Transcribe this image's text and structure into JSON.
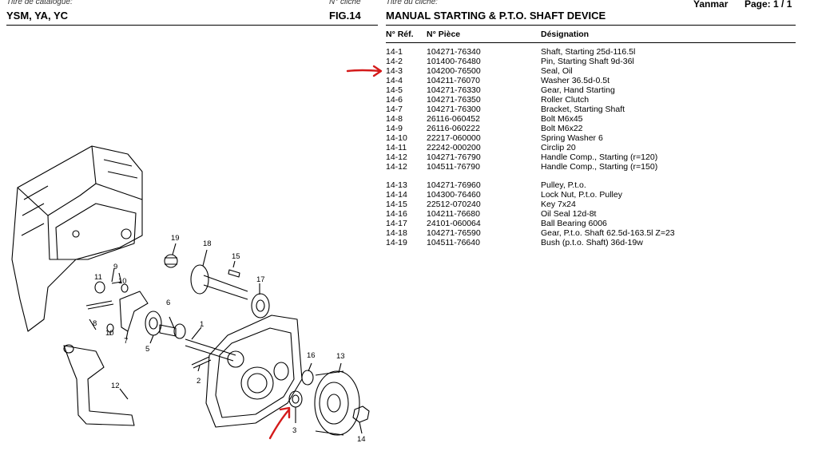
{
  "header": {
    "catalog_label": "Titre de catalogue:",
    "catalog_value": "YSM, YA, YC",
    "cliche_label_left": "N° cliché",
    "fig_value": "FIG.14",
    "cliche_label_right": "Titre du cliché:",
    "title": "MANUAL STARTING & P.T.O. SHAFT DEVICE",
    "brand": "Yanmar",
    "page": "Page: 1 / 1"
  },
  "table": {
    "col_ref": "N° Réf.",
    "col_piece": "N° Pièce",
    "col_designation": "Désignation",
    "group1": [
      {
        "ref": "14-1",
        "piece": "104271-76340",
        "designation": "Shaft, Starting 25d-116.5l"
      },
      {
        "ref": "14-2",
        "piece": "101400-76480",
        "designation": "Pin, Starting Shaft 9d-36l"
      },
      {
        "ref": "14-3",
        "piece": "104200-76500",
        "designation": "Seal, Oil"
      },
      {
        "ref": "14-4",
        "piece": "104211-76070",
        "designation": "Washer 36.5d-0.5t"
      },
      {
        "ref": "14-5",
        "piece": "104271-76330",
        "designation": "Gear, Hand Starting"
      },
      {
        "ref": "14-6",
        "piece": "104271-76350",
        "designation": "Roller Clutch"
      },
      {
        "ref": "14-7",
        "piece": "104271-76300",
        "designation": "Bracket, Starting Shaft"
      },
      {
        "ref": "14-8",
        "piece": "26116-060452",
        "designation": "Bolt M6x45"
      },
      {
        "ref": "14-9",
        "piece": "26116-060222",
        "designation": "Bolt M6x22"
      },
      {
        "ref": "14-10",
        "piece": "22217-060000",
        "designation": "Spring Washer 6"
      },
      {
        "ref": "14-11",
        "piece": "22242-000200",
        "designation": "Circlip 20"
      },
      {
        "ref": "14-12",
        "piece": "104271-76790",
        "designation": "Handle Comp., Starting (r=120)"
      },
      {
        "ref": "14-12",
        "piece": "104511-76790",
        "designation": "Handle Comp., Starting (r=150)"
      }
    ],
    "group2": [
      {
        "ref": "14-13",
        "piece": "104271-76960",
        "designation": "Pulley, P.t.o."
      },
      {
        "ref": "14-14",
        "piece": "104300-76460",
        "designation": "Lock Nut, P.t.o. Pulley"
      },
      {
        "ref": "14-15",
        "piece": "22512-070240",
        "designation": "Key 7x24"
      },
      {
        "ref": "14-16",
        "piece": "104211-76680",
        "designation": "Oil Seal 12d-8t"
      },
      {
        "ref": "14-17",
        "piece": "24101-060064",
        "designation": "Ball Bearing 6006"
      },
      {
        "ref": "14-18",
        "piece": "104271-76590",
        "designation": "Gear, P.t.o. Shaft 62.5d-163.5l Z=23"
      },
      {
        "ref": "14-19",
        "piece": "104511-76640",
        "designation": "Bush (p.t.o. Shaft) 36d-19w"
      }
    ]
  },
  "callouts": {
    "n1": "1",
    "n2": "2",
    "n3": "3",
    "n5": "5",
    "n6": "6",
    "n7": "7",
    "n8": "8",
    "n9": "9",
    "n10": "10",
    "n11": "11",
    "n12": "12",
    "n13": "13",
    "n14": "14",
    "n15": "15",
    "n16": "16",
    "n17": "17",
    "n18": "18",
    "n19": "19"
  },
  "annotation_color": "#d41a1a"
}
